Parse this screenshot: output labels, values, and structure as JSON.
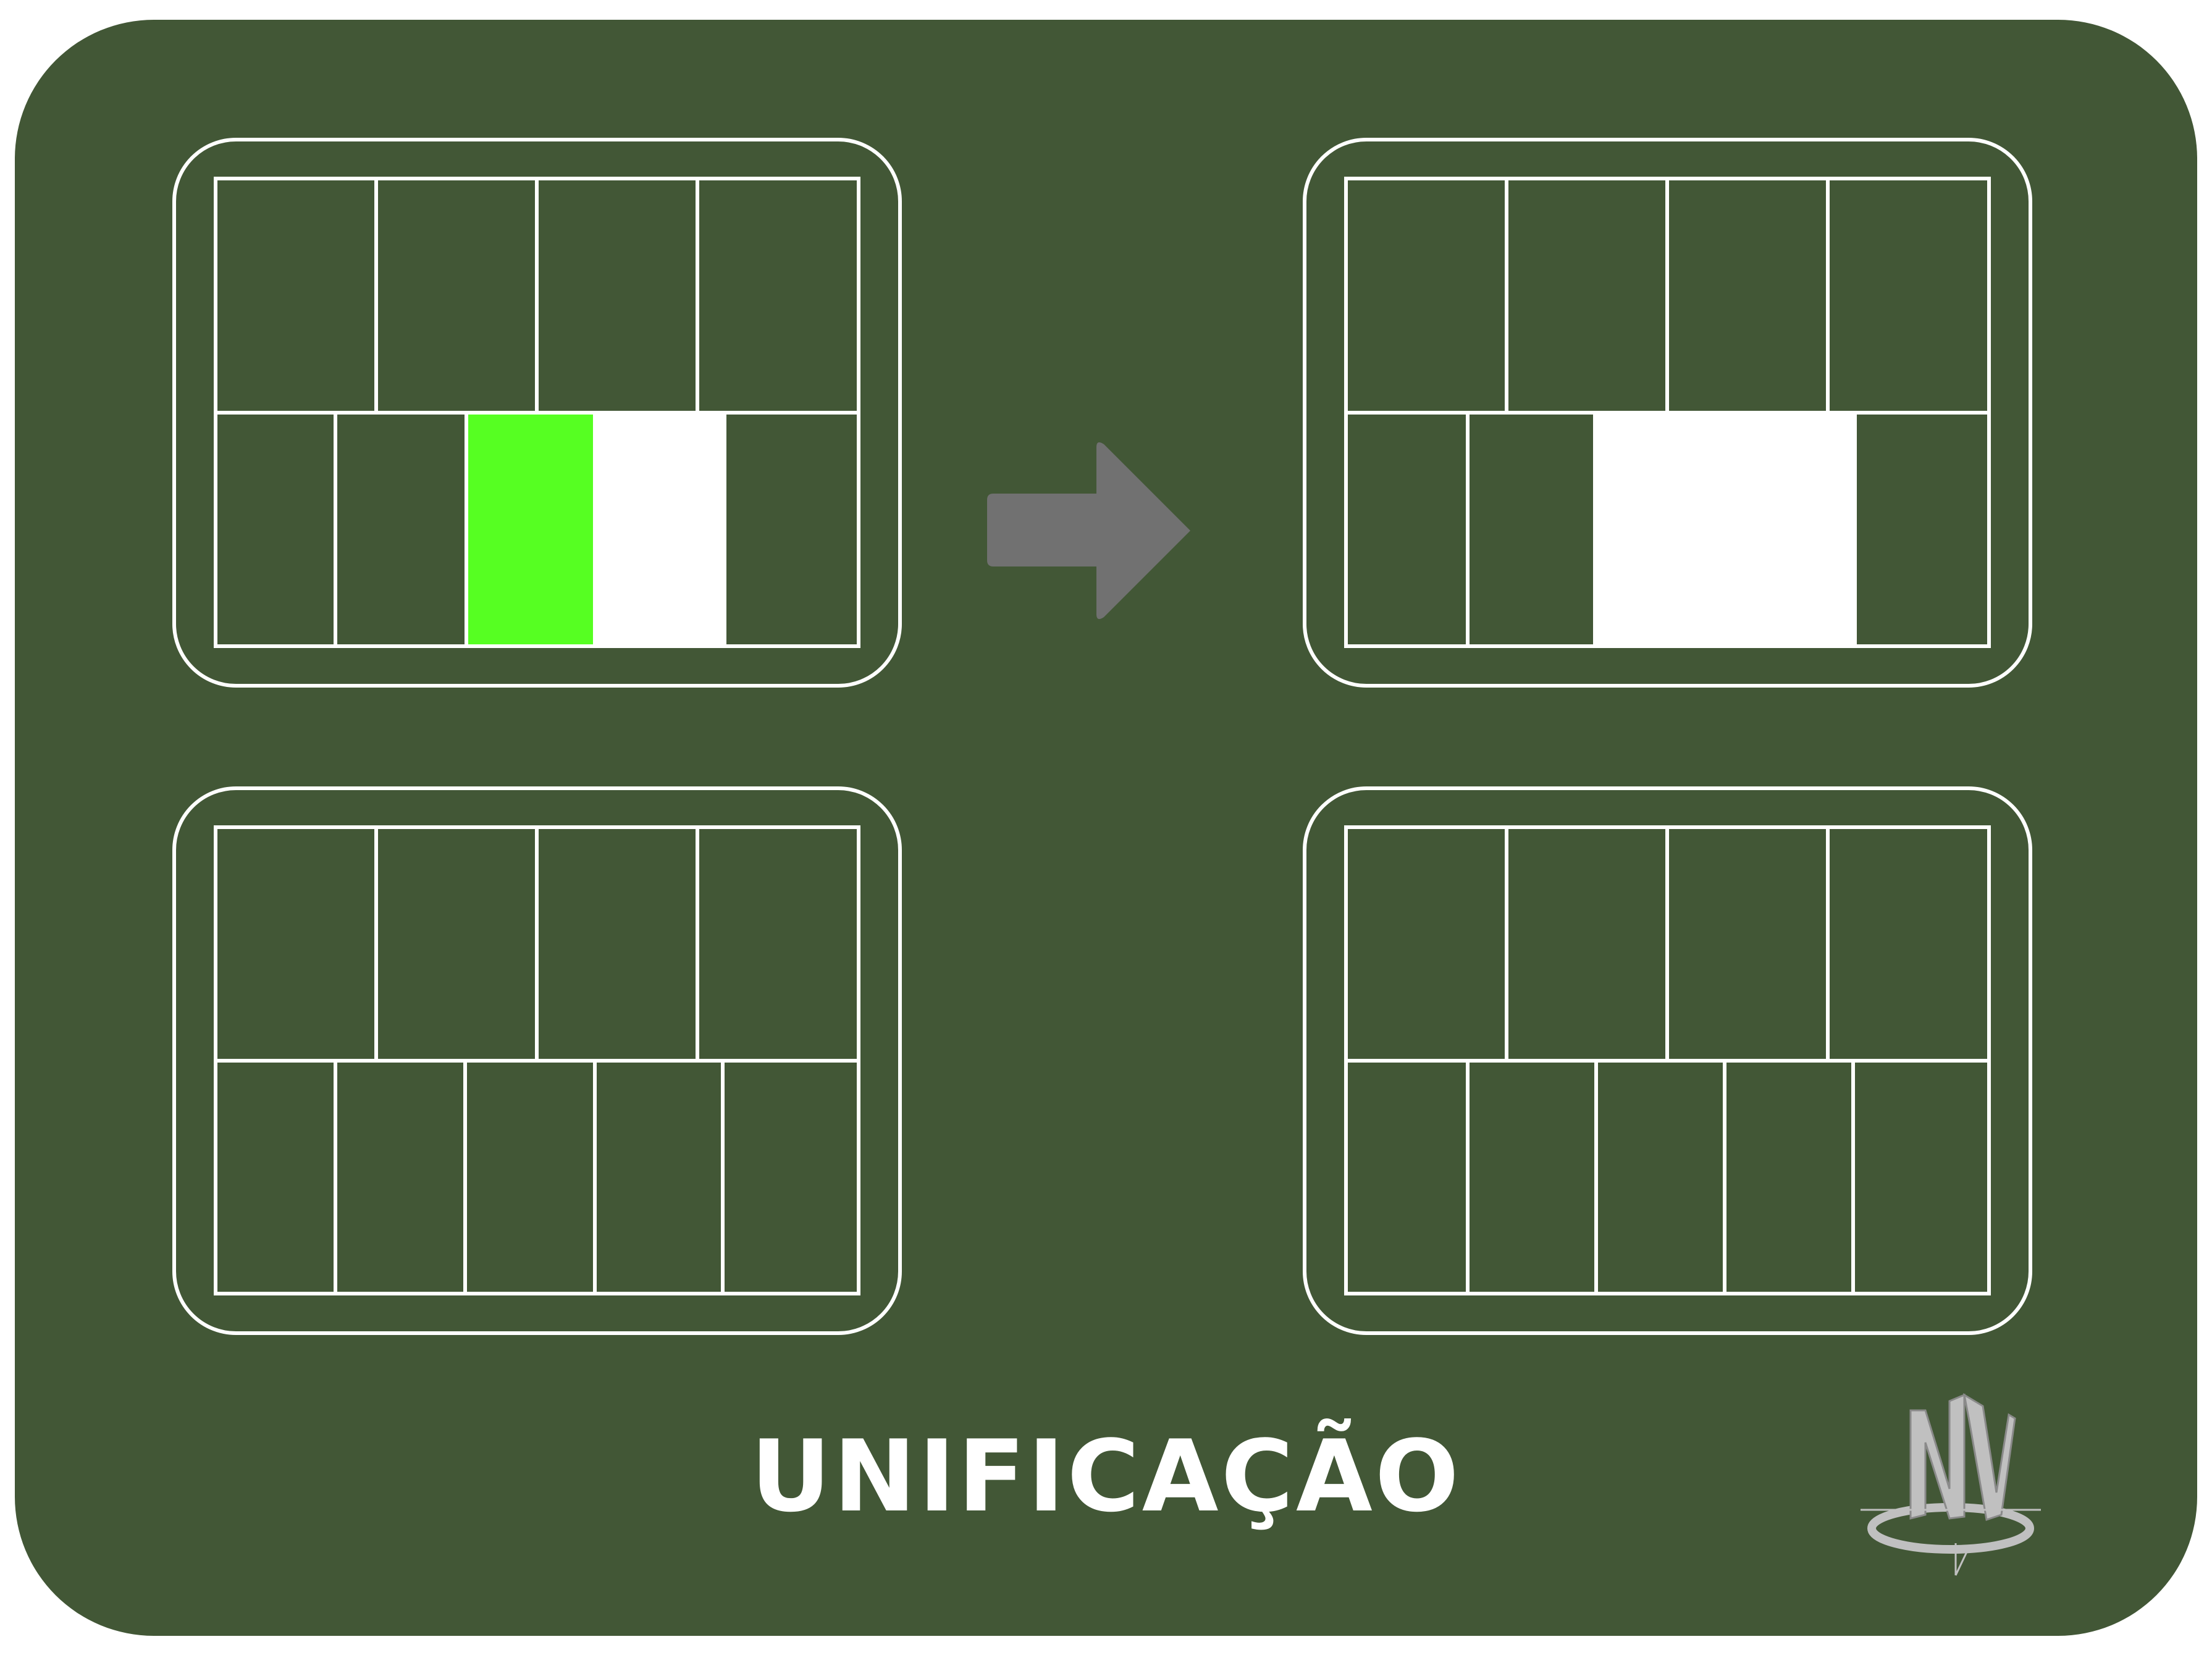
{
  "title": "UNIFICAÇÃO",
  "colors": {
    "background": "#425736",
    "line": "#ffffff",
    "highlight": "#56ff22",
    "merged": "#ffffff",
    "arrow": "#717171",
    "logo": "#c0c0c0"
  },
  "logo": {
    "icon": "nv-monogram-logo",
    "text": "NV"
  },
  "arrow": {
    "icon": "right-arrow-icon",
    "direction": "right"
  },
  "panels": [
    {
      "id": "before",
      "top_row_cells": 4,
      "bottom_row_cells": 5,
      "highlighted_cells": [
        2
      ],
      "merged_cells": [
        3
      ]
    },
    {
      "id": "after",
      "top_row_cells": 4,
      "bottom_row_cells": 4,
      "merged_cells": [
        2
      ],
      "merged_span": 2
    },
    {
      "id": "reference-left",
      "top_row_cells": 4,
      "bottom_row_cells": 5
    },
    {
      "id": "reference-right",
      "top_row_cells": 4,
      "bottom_row_cells": 5
    }
  ]
}
